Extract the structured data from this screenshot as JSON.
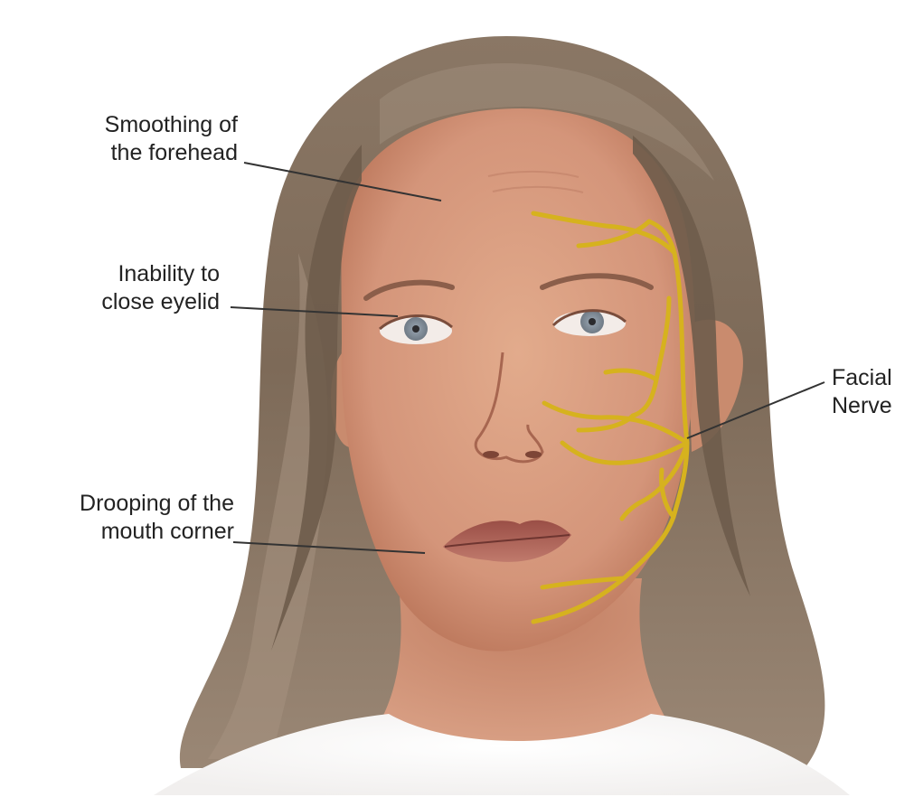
{
  "labels": {
    "forehead": {
      "line1": "Smoothing of",
      "line2": "the forehead"
    },
    "eyelid": {
      "line1": "Inability to",
      "line2": "close eyelid"
    },
    "mouth": {
      "line1": "Drooping of the",
      "line2": "mouth corner"
    },
    "nerve": {
      "line1": "Facial",
      "line2": "Nerve"
    }
  },
  "colors": {
    "background": "#ffffff",
    "label_text": "#222222",
    "leader_line": "#333333",
    "hair": "#7d6a58",
    "hair_highlight": "#a59280",
    "skin": "#d99d7f",
    "skin_shadow": "#b9785c",
    "lips": "#a85a50",
    "iris": "#8e9aa6",
    "nerve": "#d6b21e",
    "shirt": "#f4f4f4"
  }
}
